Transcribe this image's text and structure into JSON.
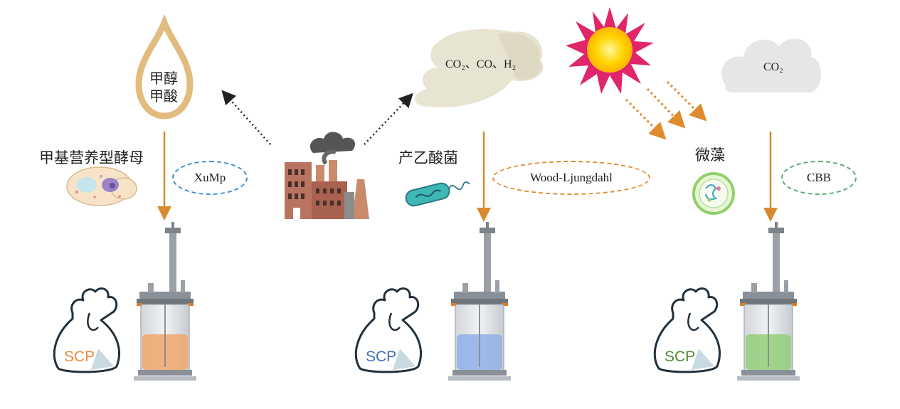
{
  "sources": {
    "methanol_drop": {
      "line1": "甲醇",
      "line2": "甲酸"
    },
    "gas_cloud": {
      "text": "CO₂、CO、H₂"
    },
    "co2_cloud": {
      "text": "CO₂"
    }
  },
  "organisms": {
    "yeast": {
      "label": "甲基营养型酵母",
      "pathway": "XuMp",
      "pathway_color": "#3a8fd6"
    },
    "acetogen": {
      "label": "产乙酸菌",
      "pathway": "Wood-Ljungdahl",
      "pathway_color": "#e08a2e"
    },
    "algae": {
      "label": "微藻",
      "pathway": "CBB",
      "pathway_color": "#5aa877"
    }
  },
  "products": [
    {
      "label": "SCP",
      "color": "#e98b3a",
      "liquid": "#f0a76a"
    },
    {
      "label": "SCP",
      "color": "#3f6fb8",
      "liquid": "#8fb0e8"
    },
    {
      "label": "SCP",
      "color": "#4f8a35",
      "liquid": "#93cf7a"
    }
  ],
  "colors": {
    "process_arrow": "#d98a2e",
    "drop_outline": "#e2bb7e",
    "sun": "#ffd400",
    "sun_rays": "#e0256a"
  }
}
